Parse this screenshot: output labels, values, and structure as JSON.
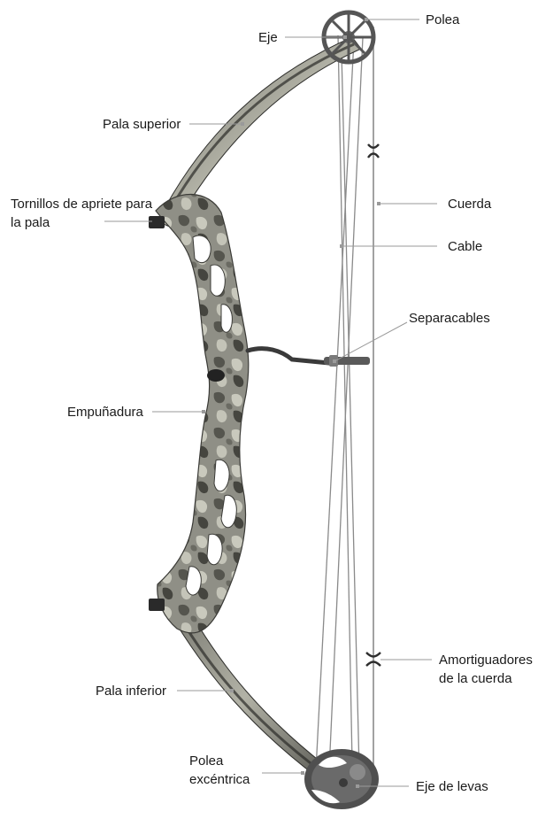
{
  "labels": {
    "polea": "Polea",
    "eje": "Eje",
    "pala_superior": "Pala superior",
    "tornillos_1": "Tornillos de apriete para",
    "tornillos_2": "la pala",
    "cuerda": "Cuerda",
    "cable": "Cable",
    "separacables": "Separacables",
    "empunadura": "Empuñadura",
    "amortiguadores_1": "Amortiguadores",
    "amortiguadores_2": "de la cuerda",
    "pala_inferior": "Pala inferior",
    "polea_excentrica_1": "Polea",
    "polea_excentrica_2": "excéntrica",
    "eje_de_levas": "Eje de levas"
  },
  "colors": {
    "leader": "#9a9a9a",
    "limb_dark": "#3f3f3f",
    "limb_light": "#9a9a8e",
    "camo_base": "#8d8d85",
    "camo_dark": "#3a3a36",
    "wheel": "#5a5a5a",
    "string": "#8a8a8a"
  }
}
